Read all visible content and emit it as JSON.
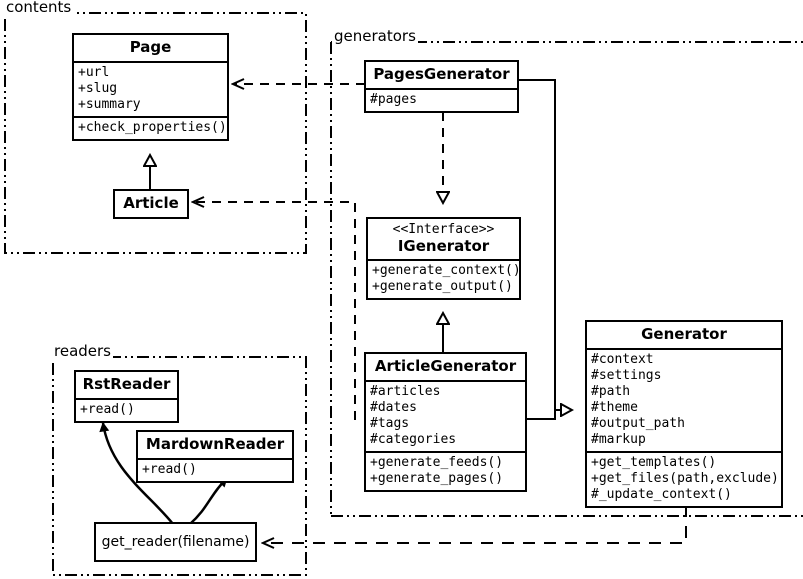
{
  "diagram": {
    "title": "Pelican UML class diagram",
    "stroke_color": "#000000",
    "background_color": "#ffffff"
  },
  "packages": [
    {
      "id": "contents",
      "label": "contents"
    },
    {
      "id": "generators",
      "label": "generators"
    },
    {
      "id": "readers",
      "label": "readers"
    }
  ],
  "classes": {
    "page": {
      "name": "Page",
      "attributes": [
        "+url",
        "+slug",
        "+summary"
      ],
      "methods": [
        "+check_properties()"
      ]
    },
    "article": {
      "name": "Article",
      "attributes": [],
      "methods": []
    },
    "pages_generator": {
      "name": "PagesGenerator",
      "attributes": [
        "#pages"
      ],
      "methods": []
    },
    "igenerator": {
      "stereotype": "<<Interface>>",
      "name": "IGenerator",
      "attributes": [],
      "methods": [
        "+generate_context()",
        "+generate_output()"
      ]
    },
    "article_generator": {
      "name": "ArticleGenerator",
      "attributes": [
        "#articles",
        "#dates",
        "#tags",
        "#categories"
      ],
      "methods": [
        "+generate_feeds()",
        "+generate_pages()"
      ]
    },
    "generator": {
      "name": "Generator",
      "attributes": [
        "#context",
        "#settings",
        "#path",
        "#theme",
        "#output_path",
        "#markup"
      ],
      "methods": [
        "+get_templates()",
        "+get_files(path,exclude)",
        "#_update_context()"
      ]
    },
    "rst_reader": {
      "name": "RstReader",
      "attributes": [],
      "methods": [
        "+read()"
      ]
    },
    "mardown_reader": {
      "name": "MardownReader",
      "attributes": [],
      "methods": [
        "+read()"
      ]
    },
    "get_reader": {
      "name": "get_reader(filename)"
    }
  },
  "relationships": [
    {
      "id": "article-inherits-page",
      "type": "generalization",
      "from": "Article",
      "to": "Page"
    },
    {
      "id": "pagesgenerator-realizes-igenerator",
      "type": "realization",
      "from": "PagesGenerator",
      "to": "IGenerator"
    },
    {
      "id": "articlegenerator-inherits-igenerator",
      "type": "generalization",
      "from": "ArticleGenerator",
      "to": "IGenerator"
    },
    {
      "id": "pagesgenerator-inherits-generator",
      "type": "generalization",
      "from": "PagesGenerator",
      "to": "Generator"
    },
    {
      "id": "articlegenerator-inherits-generator",
      "type": "generalization",
      "from": "ArticleGenerator",
      "to": "Generator"
    },
    {
      "id": "pagesgenerator-depends-page",
      "type": "dependency",
      "from": "PagesGenerator",
      "to": "Page"
    },
    {
      "id": "articlegenerator-depends-article",
      "type": "dependency",
      "from": "ArticleGenerator",
      "to": "Article"
    },
    {
      "id": "generator-depends-getreader",
      "type": "dependency",
      "from": "Generator",
      "to": "get_reader(filename)"
    },
    {
      "id": "getreader-creates-rstreader",
      "type": "association",
      "from": "get_reader(filename)",
      "to": "RstReader"
    },
    {
      "id": "getreader-creates-mardownreader",
      "type": "association",
      "from": "get_reader(filename)",
      "to": "MardownReader"
    }
  ]
}
